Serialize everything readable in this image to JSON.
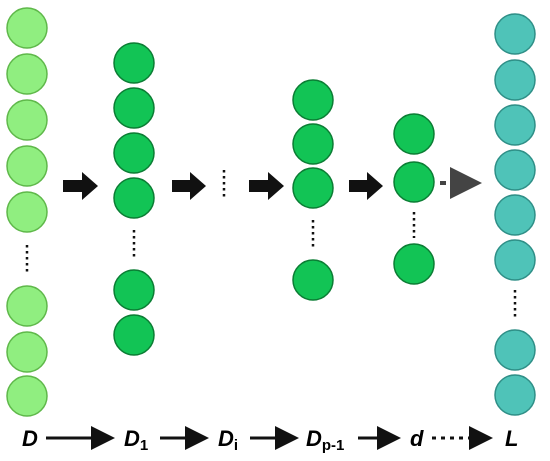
{
  "diagram": {
    "columns": [
      {
        "id": "input",
        "color": "#90ee80",
        "stroke": "#5fb84a"
      },
      {
        "id": "hidden-1",
        "color": "#12c455",
        "stroke": "#0b7d34"
      },
      {
        "id": "hidden-i"
      },
      {
        "id": "hidden-p-1",
        "color": "#12c455",
        "stroke": "#0b7d34"
      },
      {
        "id": "code",
        "color": "#12c455",
        "stroke": "#0b7d34"
      },
      {
        "id": "output",
        "color": "#4fc3b8",
        "stroke": "#2f8f87"
      }
    ],
    "labels": {
      "input": {
        "main": "D",
        "sub": ""
      },
      "hidden_1": {
        "main": "D",
        "sub": "1"
      },
      "hidden_i": {
        "main": "D",
        "sub": "i"
      },
      "hidden_p1": {
        "main": "D",
        "sub": "p-1"
      },
      "code": {
        "main": "d",
        "sub": ""
      },
      "output": {
        "main": "L",
        "sub": ""
      }
    },
    "arrow_color": "#111111"
  }
}
